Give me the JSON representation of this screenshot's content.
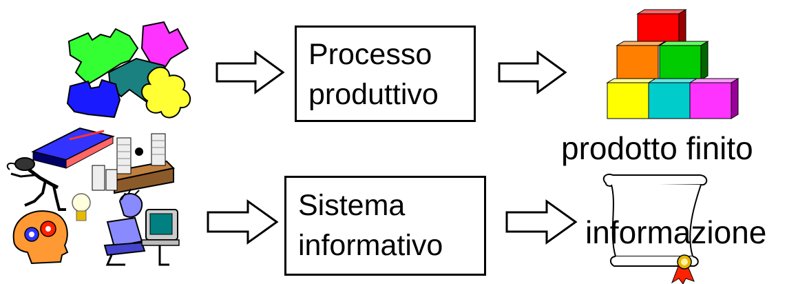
{
  "top_row": {
    "process_box": {
      "line1": "Processo",
      "line2": "produttivo"
    },
    "output_label": "prodotto finito"
  },
  "bottom_row": {
    "process_box": {
      "line1": "Sistema",
      "line2": "informativo"
    },
    "output_label": "informazione"
  },
  "colors": {
    "stroke": "#000000",
    "puzzle_green": "#33ff33",
    "puzzle_magenta": "#ff33ff",
    "puzzle_teal": "#1a8080",
    "puzzle_blue": "#1a1aff",
    "puzzle_yellow": "#ffff33",
    "cube_red": "#ff0000",
    "cube_orange": "#ff8000",
    "cube_green": "#00cc00",
    "cube_yellow": "#ffff00",
    "cube_cyan": "#00cccc",
    "cube_magenta": "#ff33ff",
    "book_blue": "#3333ff",
    "ribbon_red": "#ff2200",
    "seal_gold": "#e6b800"
  },
  "icons": [
    "puzzle-pieces-icon",
    "arrow-right-icon",
    "stacked-blocks-icon",
    "office-clipart-icon",
    "scroll-certificate-icon"
  ]
}
